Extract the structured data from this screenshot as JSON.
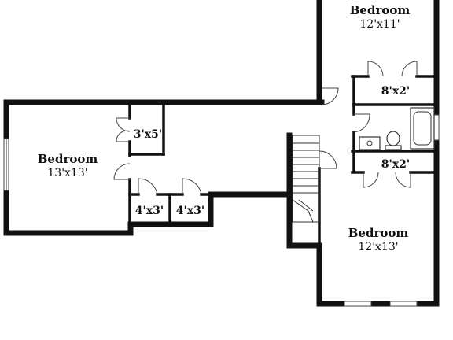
{
  "rooms": [
    {
      "id": "bedroom-top-right",
      "name": "Bedroom",
      "dims": "12'x11'"
    },
    {
      "id": "bedroom-left",
      "name": "Bedroom",
      "dims": "13'x13'"
    },
    {
      "id": "bedroom-bottom-right",
      "name": "Bedroom",
      "dims": "12'x13'"
    }
  ],
  "closets": [
    {
      "id": "closet-left-upper",
      "dims": "3'x5'"
    },
    {
      "id": "closet-left-lower-1",
      "dims": "4'x3'"
    },
    {
      "id": "closet-left-lower-2",
      "dims": "4'x3'"
    },
    {
      "id": "closet-right-upper",
      "dims": "8'x2'"
    },
    {
      "id": "closet-right-lower",
      "dims": "8'x2'"
    }
  ]
}
